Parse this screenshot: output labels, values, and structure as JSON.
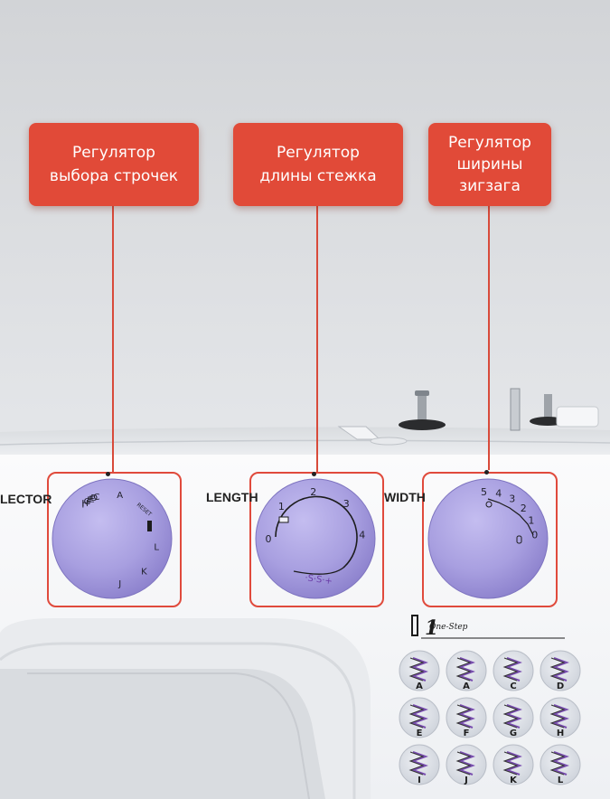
{
  "callouts": [
    {
      "line1": "Регулятор",
      "line2": "выбора строчек"
    },
    {
      "line1": "Регулятор",
      "line2": "длины стежка"
    },
    {
      "line1": "Регулятор",
      "line2": "ширины",
      "line3": "зигзага"
    }
  ],
  "panel_labels": {
    "selector": "LECTOR",
    "length": "LENGTH",
    "width": "WIDTH"
  },
  "selector_dial": {
    "letters": [
      "A",
      "C",
      "D",
      "E",
      "F",
      "G",
      "H",
      "I",
      "J",
      "K",
      "L"
    ],
    "reset_label": "RESET"
  },
  "length_dial": {
    "numbers": [
      "0",
      "1",
      "2",
      "3",
      "4"
    ],
    "extra": "·S·S·+"
  },
  "width_dial": {
    "numbers": [
      "5",
      "4",
      "3",
      "2",
      "1",
      "0"
    ]
  },
  "buttonhole": {
    "label": "One-Step"
  },
  "stitch_chart": {
    "letters": [
      "A",
      "A",
      "C",
      "D",
      "E",
      "F",
      "G",
      "H",
      "I",
      "J",
      "K",
      "L"
    ]
  },
  "colors": {
    "callout": "#e14a38",
    "dial": "#a59ad8",
    "stitch": "#7a4fb0"
  }
}
